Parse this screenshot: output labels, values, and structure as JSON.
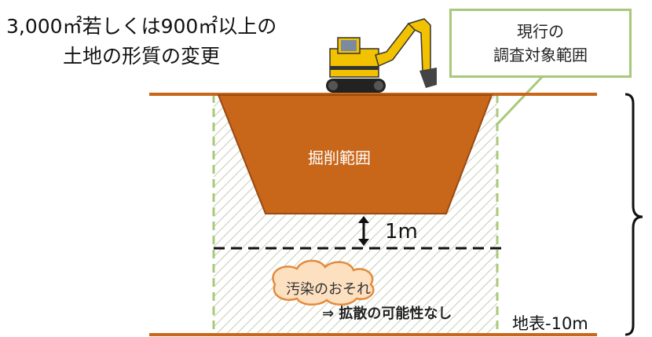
{
  "title": {
    "line1": "3,000㎡若しくは900㎡以上の",
    "line2": "土地の形質の変更"
  },
  "scope_box": {
    "line1": "現行の",
    "line2": "調査対象範囲"
  },
  "excavation_label": "掘削範囲",
  "distance_label": "1m",
  "contamination": {
    "label": "汚染のおそれ",
    "note": "⇒ 拡散の可能性なし"
  },
  "depth_label": "地表-10m",
  "colors": {
    "excavation_fill": "#c8661a",
    "ground_line": "#c8661a",
    "scope_border": "#a8c97a",
    "hatch": "#c4ccb4",
    "cloud_fill": "#fde0c0",
    "cloud_stroke": "#e48a3c"
  },
  "icons": {
    "excavator": "excavator-icon",
    "distance_arrow": "double-arrow-icon",
    "bracket": "brace-icon"
  }
}
